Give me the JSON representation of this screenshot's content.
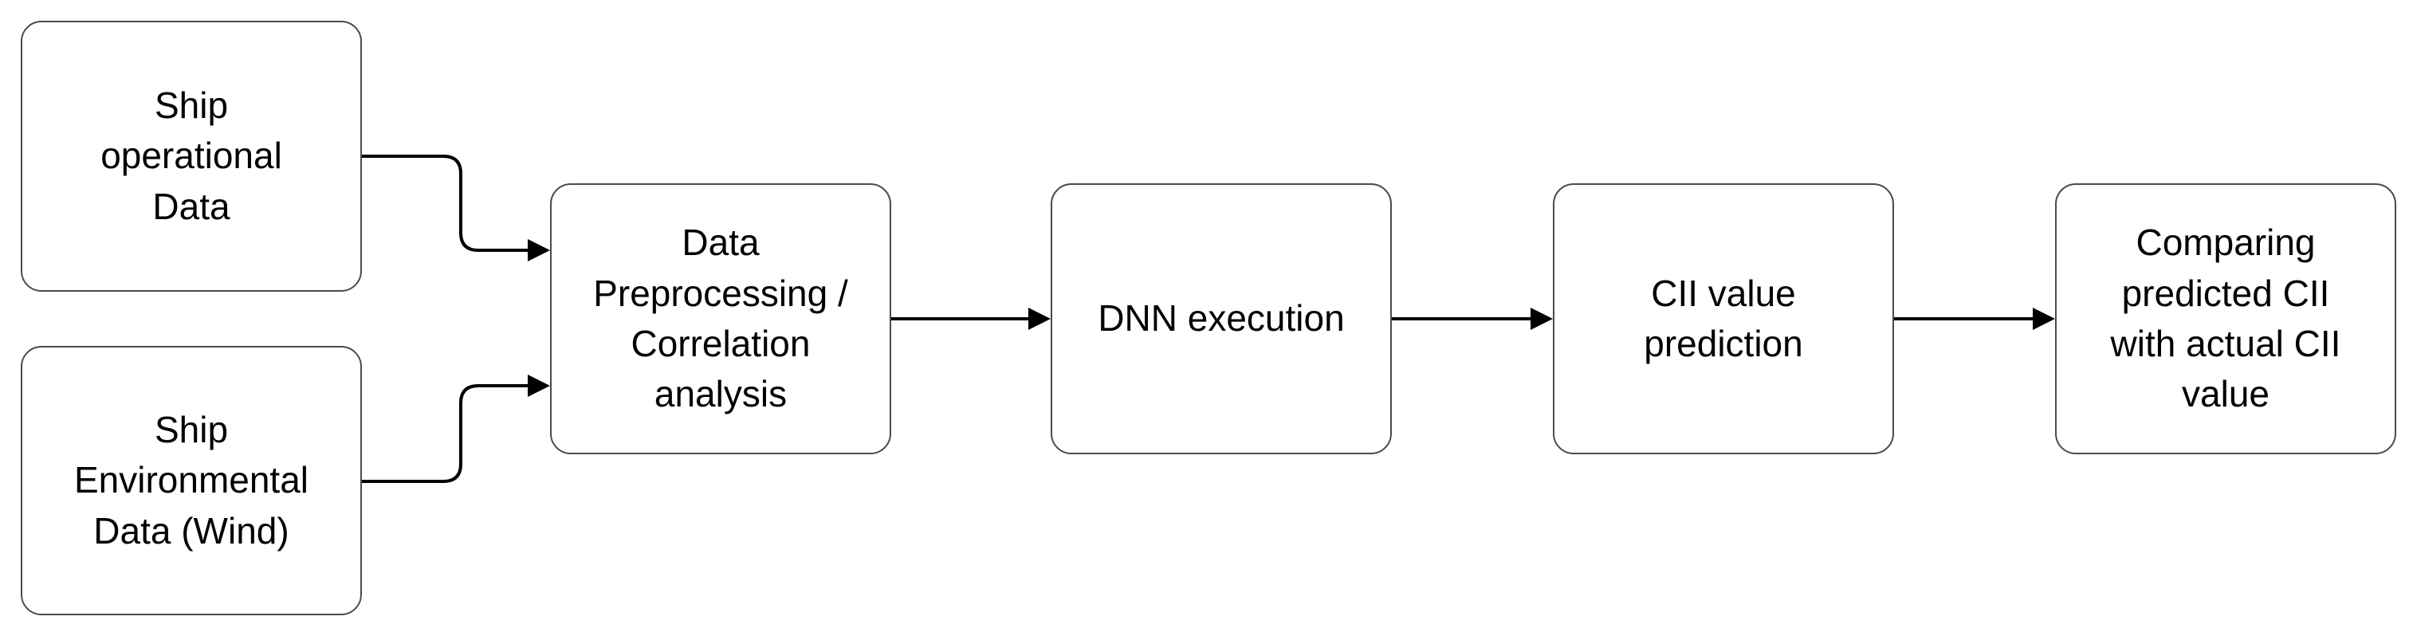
{
  "diagram": {
    "nodes": {
      "ship_operational": "Ship\noperational\nData",
      "ship_environmental": "Ship\nEnvironmental\nData (Wind)",
      "preprocessing": "Data\nPreprocessing /\nCorrelation\nanalysis",
      "dnn": "DNN execution",
      "cii_prediction": "CII value\nprediction",
      "comparison": "Comparing\npredicted CII\nwith actual CII\nvalue"
    },
    "colors": {
      "box_border": "#4a4a4a",
      "arrow": "#000000",
      "text": "#000000",
      "background": "#ffffff"
    }
  }
}
